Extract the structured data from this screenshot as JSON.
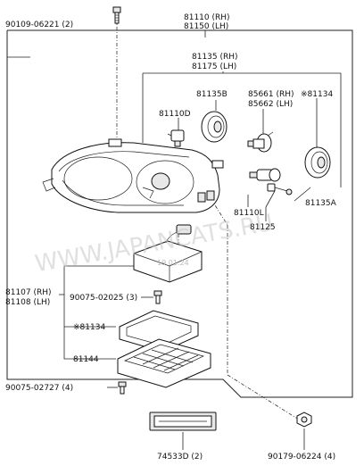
{
  "parts": {
    "p90109": "90109-06221 (2)",
    "p81110": "81110 (RH)",
    "p81150": "81150 (LH)",
    "p81135": "81135 (RH)",
    "p81175": "81175 (LH)",
    "p81135b": "81135B",
    "p85661": "85661 (RH)",
    "p85662": "85662 (LH)",
    "p81134top": "※81134",
    "p81110d": "81110D",
    "p81110l": "81110L",
    "p81135a": "81135A",
    "p81125": "81125",
    "p81107": "81107 (RH)",
    "p81108": "81108 (LH)",
    "p90075a": "90075-02025 (3)",
    "p81134mid": "※81134",
    "p81144": "81144",
    "p90075b": "90075-02727 (4)",
    "p74533d": "74533D (2)",
    "p90179": "90179-06224 (4)"
  },
  "watermark": {
    "text": "WWW.JAPANCATS.RU",
    "date": "19.01.24"
  }
}
